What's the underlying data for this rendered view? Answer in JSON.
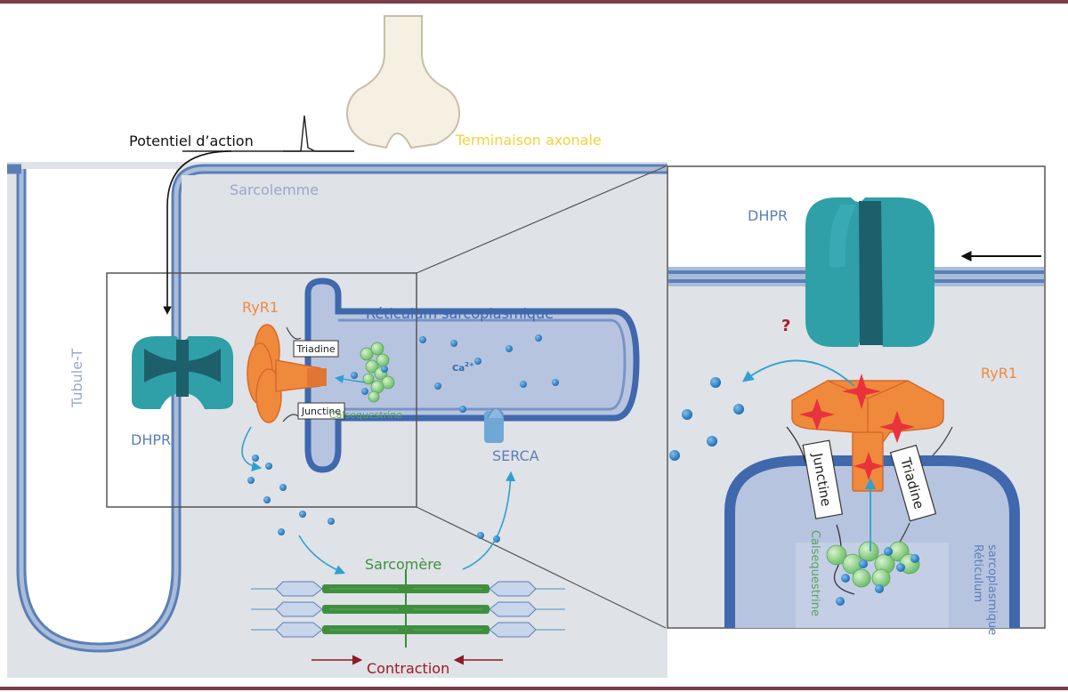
{
  "labels": {
    "action_potential": "Potentiel d’action",
    "axon_terminal": "Terminaison axonale",
    "sarcolemma": "Sarcolemme",
    "t_tubule": "Tubule-T",
    "ryr1": "RyR1",
    "sarcoplasmic_reticulum": "Réticulum sarcoplasmique",
    "triadin": "Triadine",
    "junctin": "Junctine",
    "calsequestrin": "Calsequestrine",
    "ca": "Ca",
    "ca_sup": "2+",
    "dhpr": "DHPR",
    "serca": "SERCA",
    "sarcomere": "Sarcomère",
    "contraction": "Contraction"
  },
  "inset": {
    "dhpr": "DHPR",
    "ryr1": "RyR1",
    "question": "?",
    "junctin": "Junctine",
    "triadin": "Triadine",
    "calsequestrin": "Calsequestrine",
    "reticulum_line1": "Réticulum",
    "reticulum_line2": "sarcoplasmique"
  },
  "colors": {
    "frame_bar": "#7a3b4a",
    "cell_bg": "#dfe2e7",
    "membrane": "#5b7fb5",
    "membrane_light": "#a9bcd9",
    "sr_fill": "#b7c4e0",
    "dhpr_teal": "#2f9fa8",
    "dhpr_dark": "#1d5f6b",
    "ryr_orange": "#ef8a3c",
    "ryr_dark": "#d9692a",
    "ca_blue": "#2b7fc4",
    "calsequestrin_green": "#8fd18a",
    "red_star": "#e8333c",
    "label_blue": "#5a7fb8",
    "label_orange": "#ef8a3c",
    "label_green": "#5aa35a",
    "label_yellow": "#f2d23a",
    "label_red": "#a01824",
    "label_gray": "#9aa8c9"
  }
}
